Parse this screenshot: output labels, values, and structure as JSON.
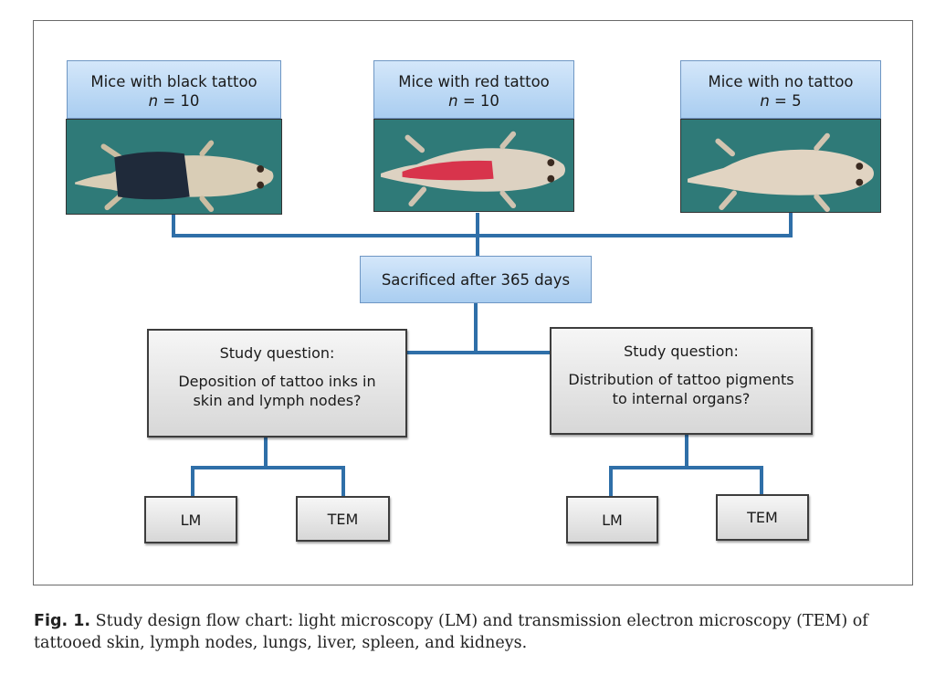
{
  "groups": [
    {
      "title": "Mice with black tattoo",
      "n_label": "n",
      "n_value": " = 10",
      "tattoo_color": "#1f2a3a"
    },
    {
      "title": "Mice with red tattoo",
      "n_label": "n",
      "n_value": " = 10",
      "tattoo_color": "#d8344c"
    },
    {
      "title": "Mice with no tattoo",
      "n_label": "n",
      "n_value": " = 5",
      "tattoo_color": ""
    }
  ],
  "sacrifice": "Sacrificed after 365 days",
  "questions": [
    {
      "heading": "Study question:",
      "line1": "Deposition of tattoo inks in",
      "line2": "skin and lymph nodes?"
    },
    {
      "heading": "Study question:",
      "line1": "Distribution of tattoo pigments",
      "line2": "to internal organs?"
    }
  ],
  "methods": [
    {
      "left": "LM",
      "right": "TEM"
    },
    {
      "left": "LM",
      "right": "TEM"
    }
  ],
  "caption": {
    "label": "Fig. 1.",
    "text": " Study design flow chart: light microscopy (LM) and transmission electron microscopy (TEM) of tattooed skin, lymph nodes, lungs, liver, spleen, and kidneys."
  },
  "colors": {
    "connector": "#2f6fa8",
    "box_border_blue": "#6f97c4",
    "background_photo": "#2f7a78"
  }
}
